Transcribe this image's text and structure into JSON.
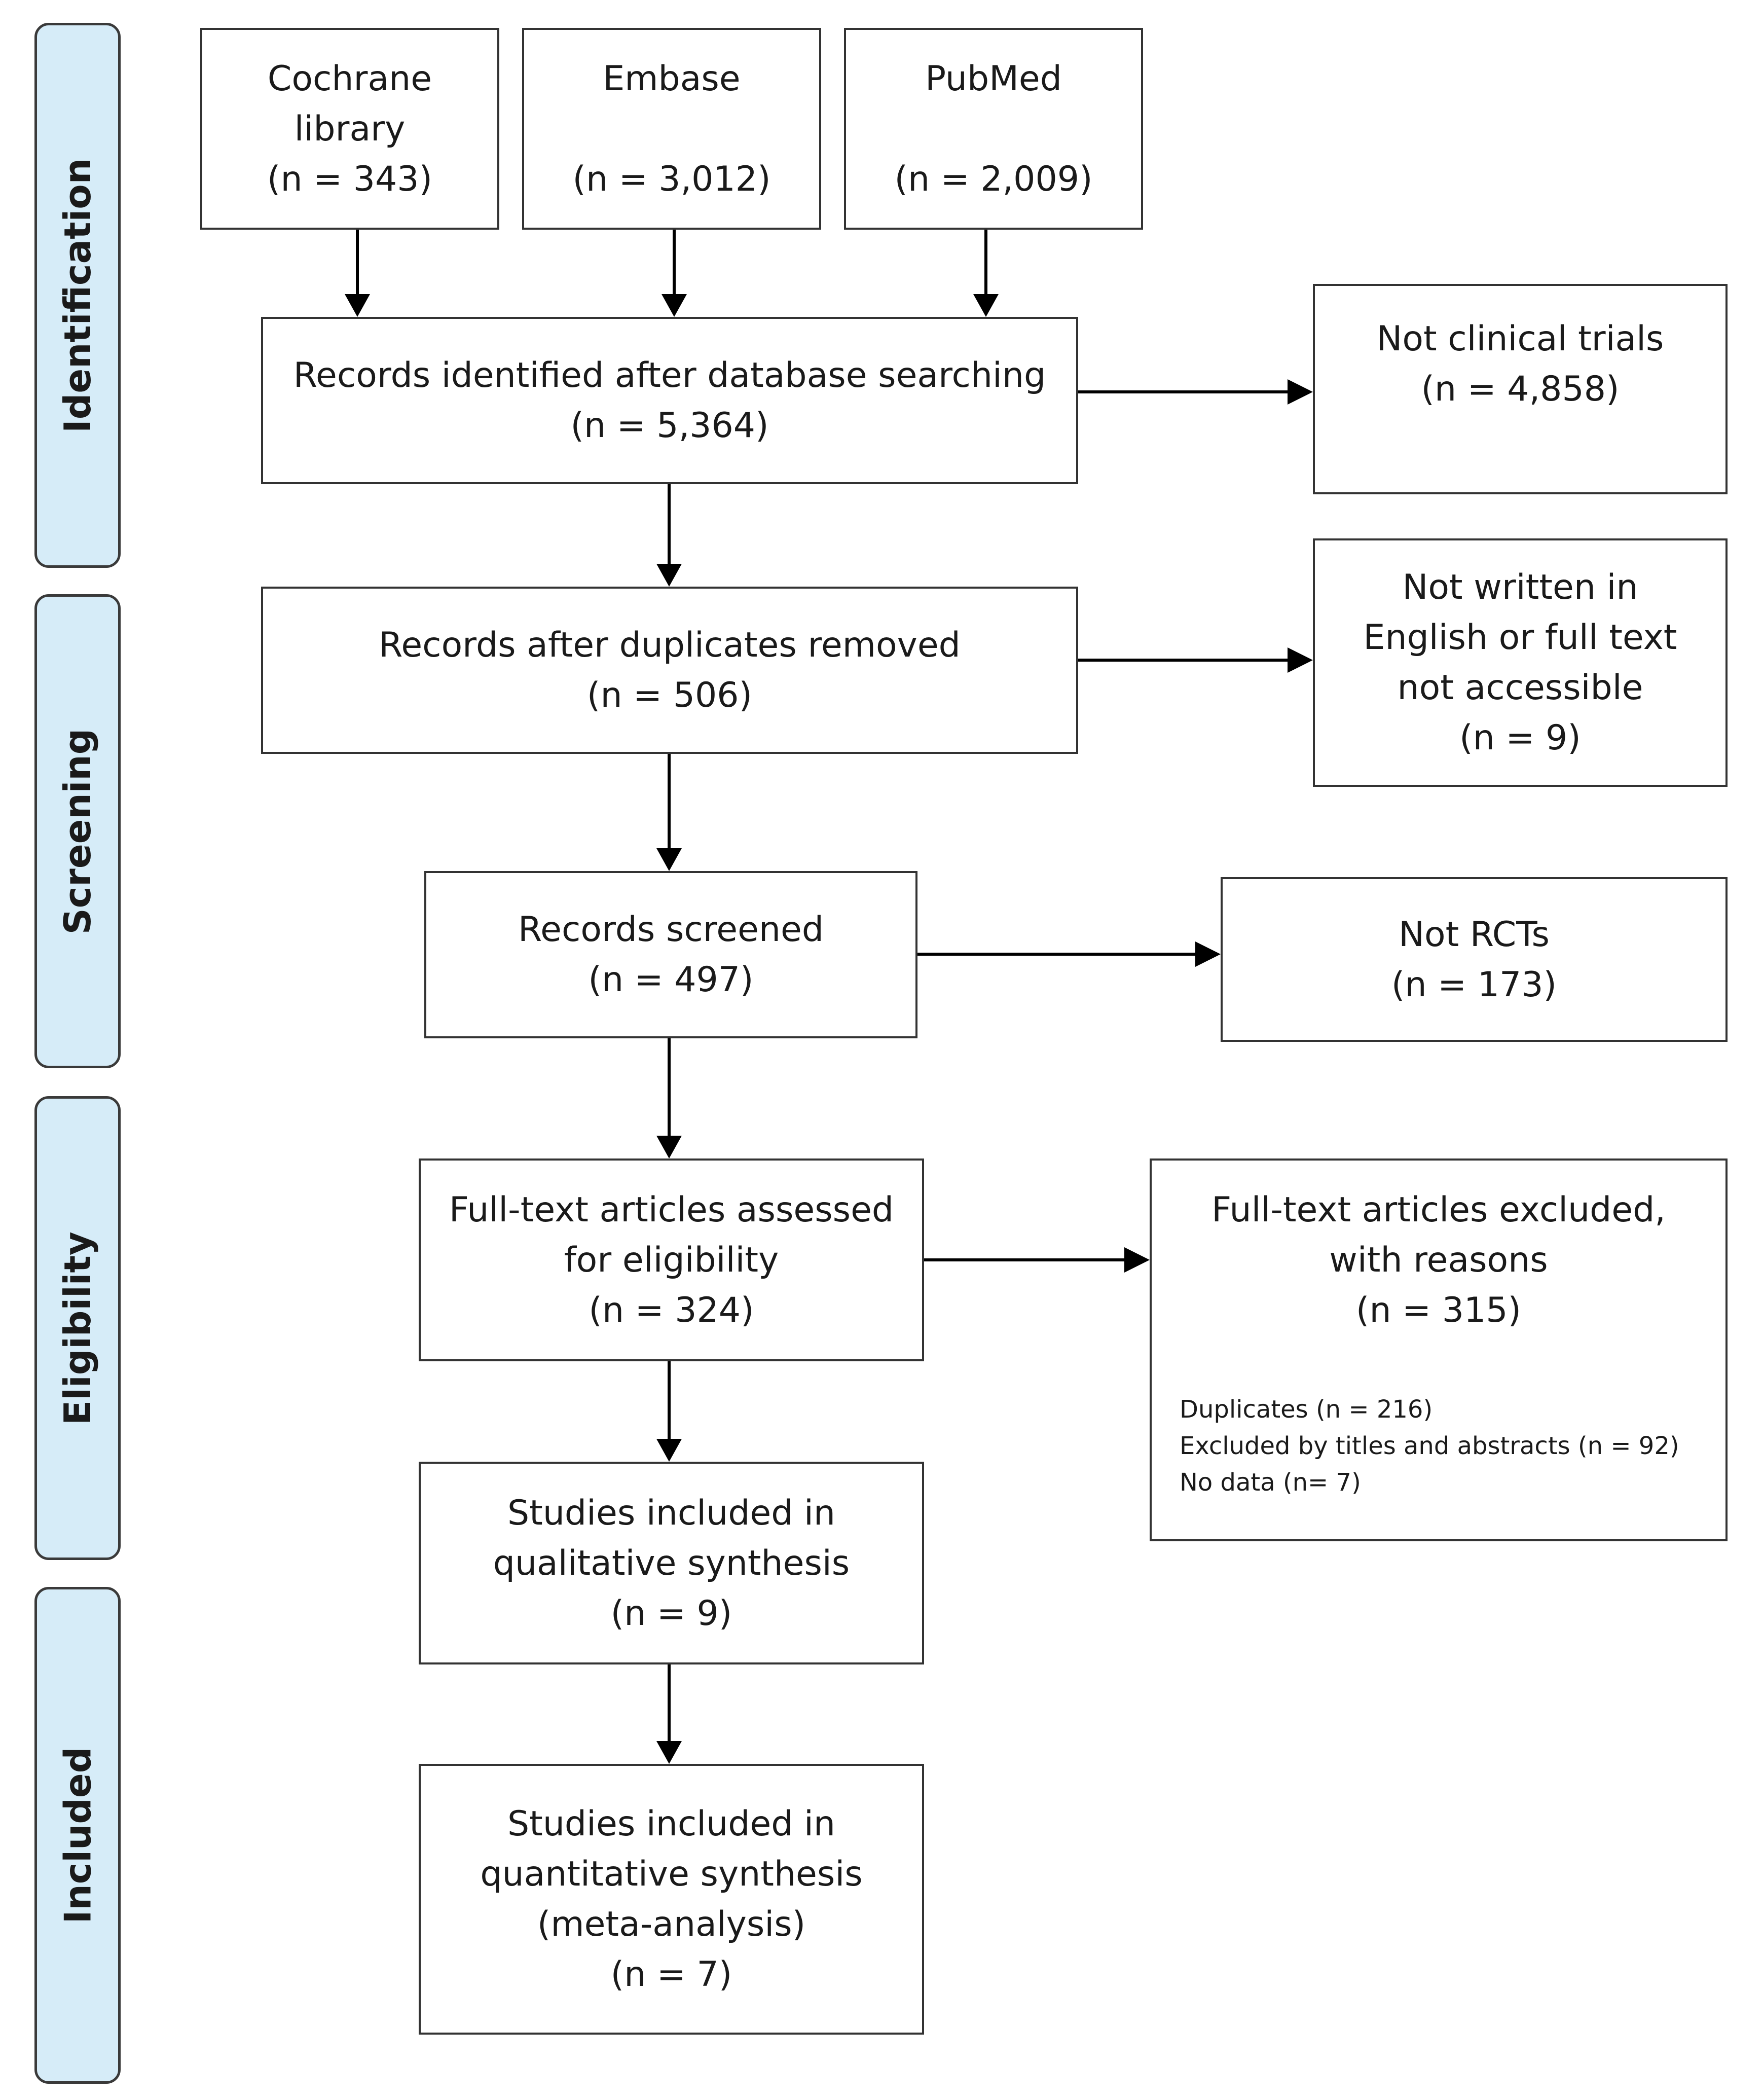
{
  "stages": [
    "Identification",
    "Screening",
    "Eligibility",
    "Included"
  ],
  "sources": {
    "cochrane": {
      "name_line1": "Cochrane",
      "name_line2": "library",
      "count": "(n = 343)"
    },
    "embase": {
      "name": "Embase",
      "count": "(n = 3,012)"
    },
    "pubmed": {
      "name": "PubMed",
      "count": "(n = 2,009)"
    }
  },
  "flow": {
    "identified": {
      "label": "Records identified after database searching",
      "count": "(n = 5,364)"
    },
    "deduplicated": {
      "label": "Records after duplicates removed",
      "count": "(n = 506)"
    },
    "screened": {
      "label": "Records screened",
      "count": "(n = 497)"
    },
    "fulltext": {
      "label_line1": "Full-text articles assessed",
      "label_line2": "for eligibility",
      "count": "(n = 324)"
    },
    "qualitative": {
      "label_line1": "Studies included in",
      "label_line2": "qualitative synthesis",
      "count": "(n = 9)"
    },
    "quantitative": {
      "label_line1": "Studies included in",
      "label_line2": "quantitative synthesis",
      "label_line3": "(meta-analysis)",
      "count": "(n = 7)"
    }
  },
  "exclusions": {
    "not_clinical": {
      "label": "Not clinical trials",
      "count": "(n = 4,858)"
    },
    "not_english": {
      "label_line1": "Not written in",
      "label_line2": "English or full text",
      "label_line3": "not accessible",
      "count": "(n = 9)"
    },
    "not_rct": {
      "label": "Not RCTs",
      "count": "(n = 173)"
    },
    "fulltext_excluded": {
      "label_line1": "Full-text articles excluded,",
      "label_line2": "with reasons",
      "count": "(n = 315)",
      "reasons": [
        "Duplicates (n = 216)",
        "Excluded by titles and abstracts (n = 92)",
        "No data (n= 7)"
      ]
    }
  }
}
